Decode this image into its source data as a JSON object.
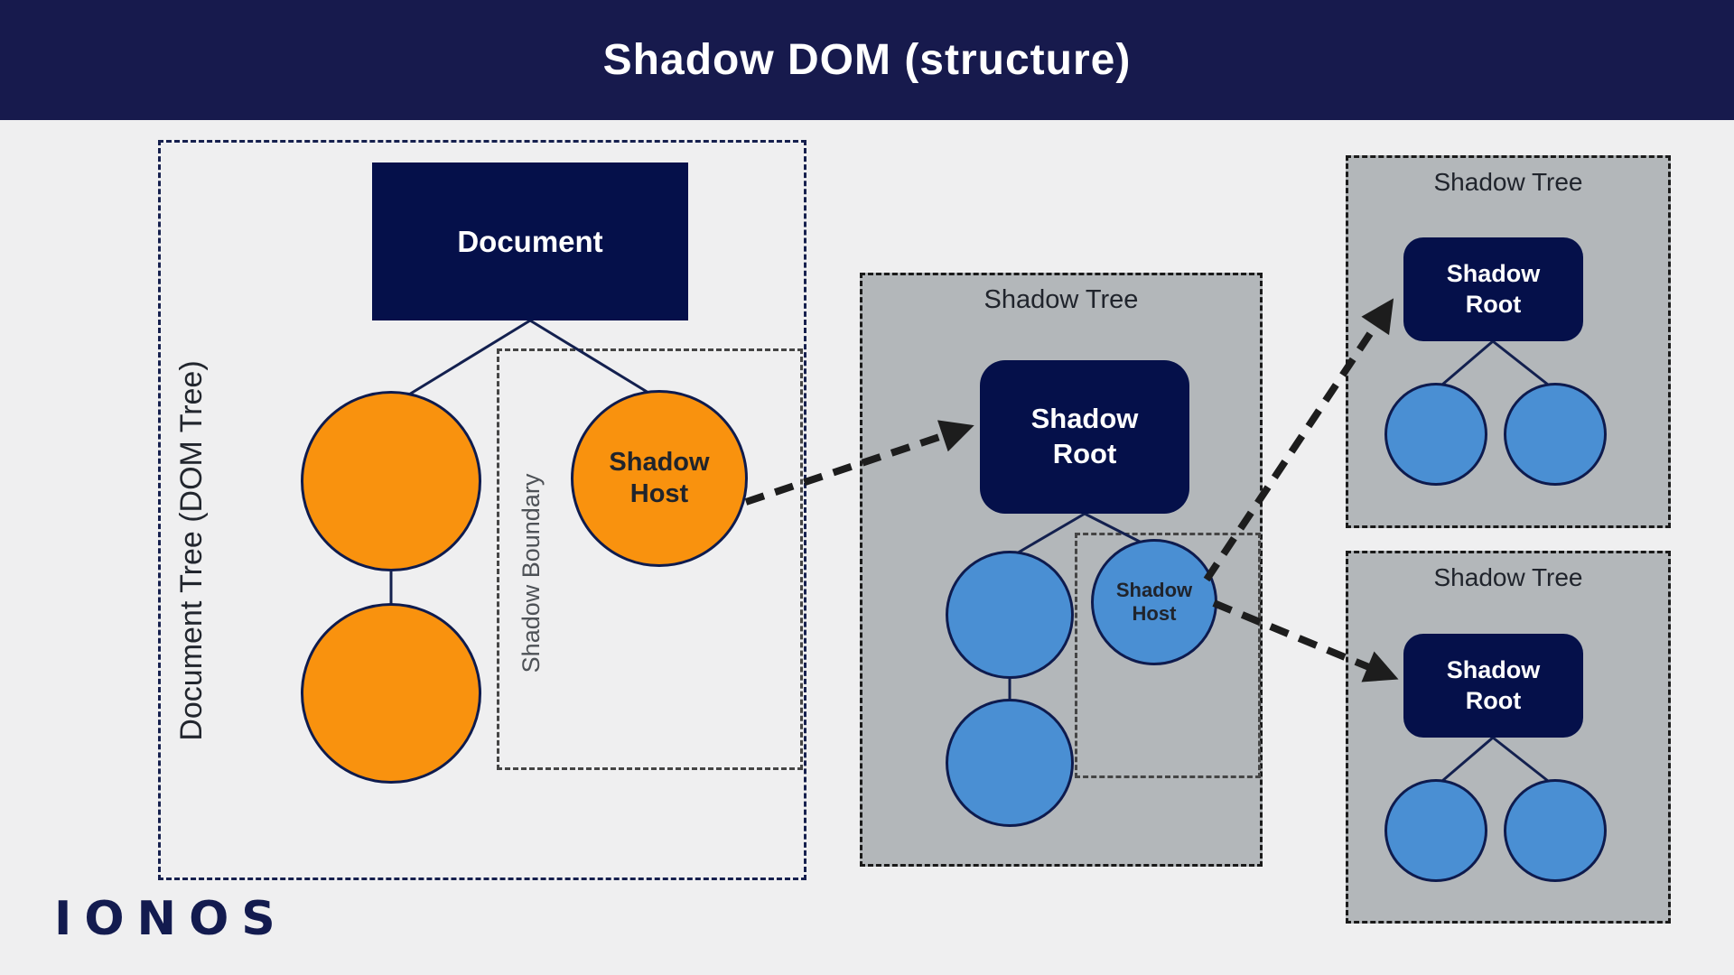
{
  "header": {
    "title": "Shadow DOM (structure)"
  },
  "brand": {
    "logo_text": "IONOS"
  },
  "colors": {
    "header_bg": "#171A4D",
    "node_navy": "#05104A",
    "orange": "#F9920E",
    "blue": "#4A8FD3",
    "tree_bg": "#B3B7BA",
    "page_bg": "#EFEFF0",
    "arrow_black": "#1D1D1D",
    "connector_navy": "#13204F"
  },
  "document_tree": {
    "frame_label": "Document Tree (DOM Tree)",
    "document_node": "Document",
    "shadow_boundary_label": "Shadow Boundary",
    "shadow_host_node": "Shadow Host"
  },
  "main_shadow_tree": {
    "frame_label": "Shadow Tree",
    "shadow_root_node": "Shadow Root",
    "shadow_host_node": "Shadow Host"
  },
  "top_right_shadow_tree": {
    "frame_label": "Shadow Tree",
    "shadow_root_node": "Shadow Root"
  },
  "bottom_right_shadow_tree": {
    "frame_label": "Shadow Tree",
    "shadow_root_node": "Shadow Root"
  }
}
